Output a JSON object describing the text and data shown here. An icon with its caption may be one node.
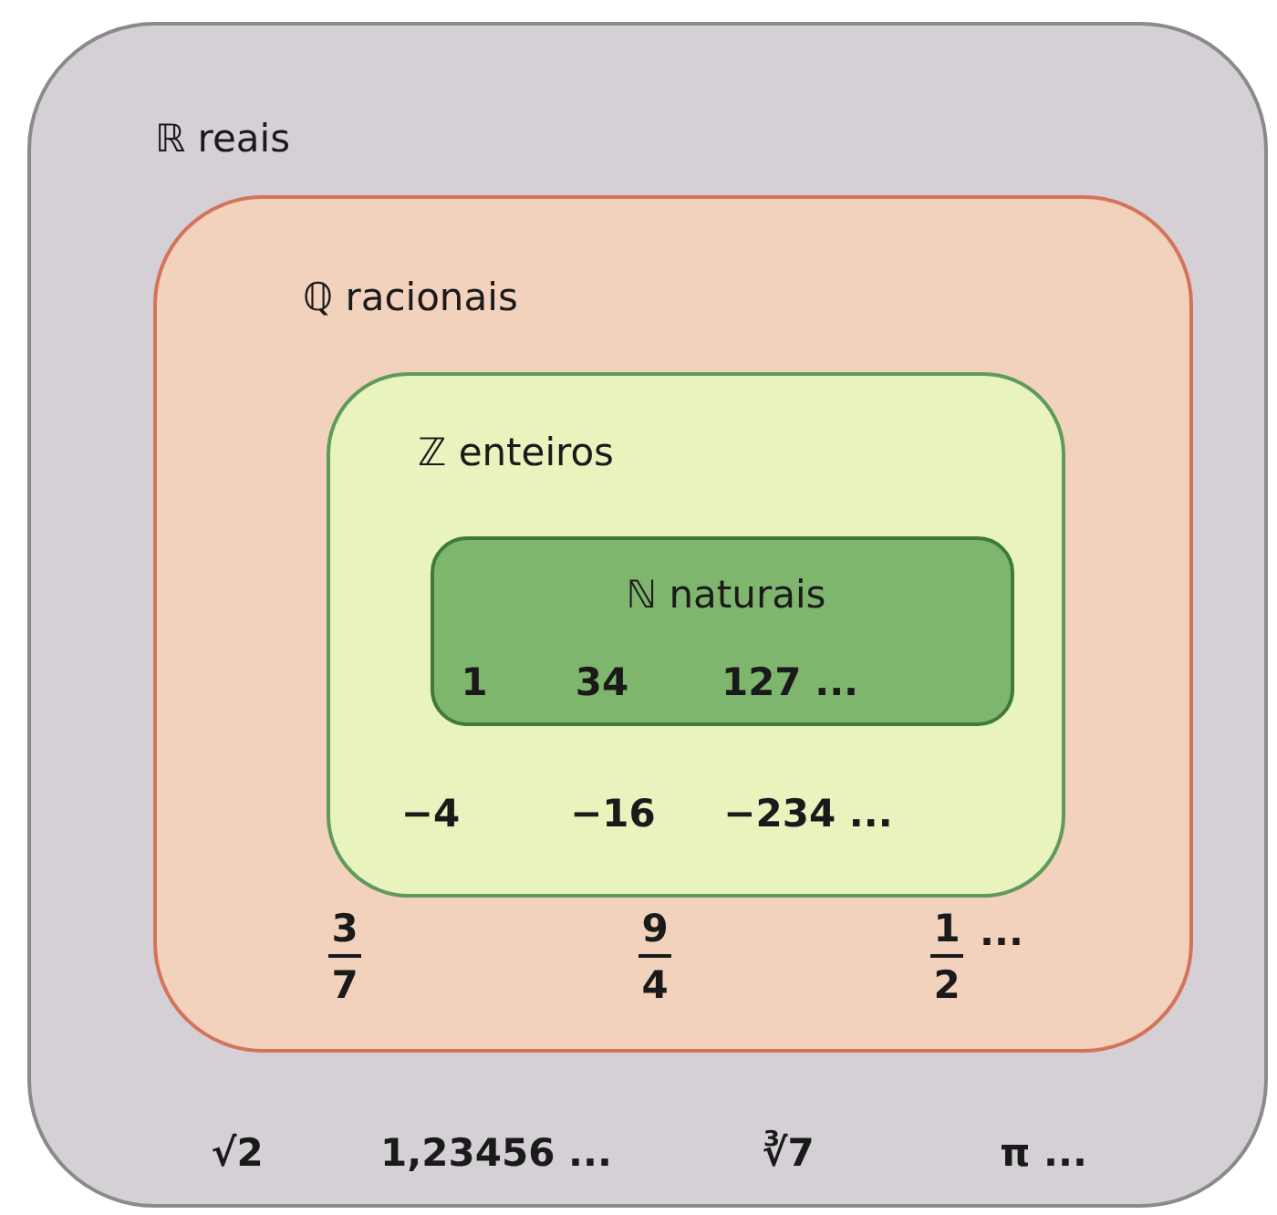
{
  "diagram": {
    "nodes": [
      {
        "text": [
          "ℝ reais",
          "√2",
          "1,23456 ...",
          "∛7",
          "π ..."
        ]
      },
      {
        "text": [
          "ℚ racionais",
          "3",
          "7",
          "9",
          "4",
          "1",
          "2",
          "..."
        ],
        "in": 0
      },
      {
        "text": [
          "ℤ enteiros",
          "−4",
          "−16",
          "−234 ..."
        ],
        "in": 1
      },
      {
        "text": [
          "ℕ naturais",
          "1",
          "34",
          "127 ..."
        ],
        "in": 2
      }
    ]
  }
}
